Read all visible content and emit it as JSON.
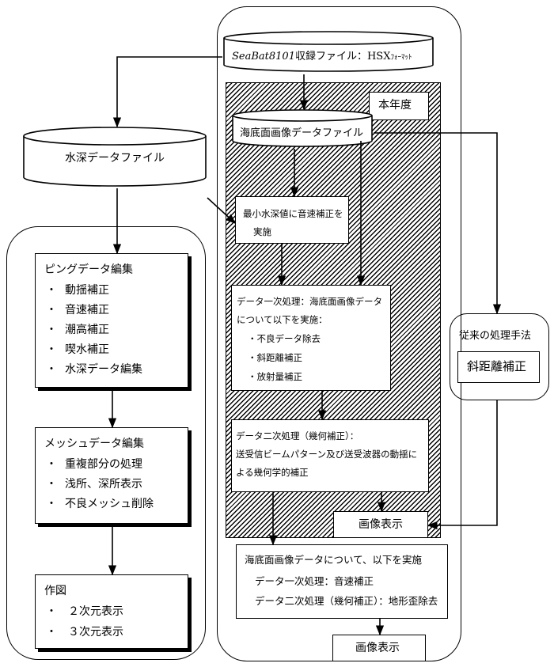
{
  "seabat_file": {
    "italic": "SeaBat8101",
    "label": "収録ファイル：HSX",
    "suffix": "ﾌｫｰﾏｯﾄ"
  },
  "depth_file": "水深データファイル",
  "this_year": "本年度",
  "seafloor_file": "海底面画像データファイル",
  "min_depth": {
    "line1": "最小水深値に音速補正を",
    "line2": "実施"
  },
  "primary": {
    "line1": "データ一次処理：海底面画像データ",
    "line2": "について以下を実施：",
    "items": [
      "・不良データ除去",
      "・斜距離補正",
      "・放射量補正"
    ]
  },
  "secondary": {
    "line1": "データ二次処理（幾何補正）：",
    "line2": "送受信ビームパターン及び送受波器の動揺に",
    "line3": "よる幾何学的補正"
  },
  "image_display_1": "画像表示",
  "conventional": {
    "title": "従来の処理手法",
    "box": "斜距離補正"
  },
  "seafloor_proc": {
    "line1": "海底面画像データについて、以下を実施",
    "line2": "データ一次処理：音速補正",
    "line3": "データ二次処理（幾何補正）：地形歪除去"
  },
  "image_display_2": "画像表示",
  "ping_edit": {
    "title": "ピングデータ編集",
    "items": [
      "動揺補正",
      "音速補正",
      "潮高補正",
      "喫水補正",
      "水深データ編集"
    ]
  },
  "mesh_edit": {
    "title": "メッシュデータ編集",
    "items": [
      "重複部分の処理",
      "浅所、深所表示",
      "不良メッシュ削除"
    ]
  },
  "plot": {
    "title": "作図",
    "items": [
      "２次元表示",
      "３次元表示"
    ]
  },
  "bullet": "・"
}
